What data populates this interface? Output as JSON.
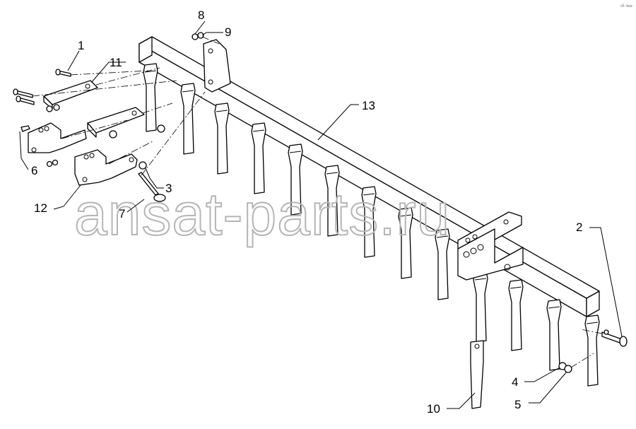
{
  "watermark": "ansat-parts.ru",
  "corner_code": "сĥ‑ bea",
  "callouts": [
    {
      "id": "c1",
      "label": "1"
    },
    {
      "id": "c2",
      "label": "2"
    },
    {
      "id": "c3",
      "label": "3"
    },
    {
      "id": "c4",
      "label": "4"
    },
    {
      "id": "c5",
      "label": "5"
    },
    {
      "id": "c6",
      "label": "6"
    },
    {
      "id": "c7",
      "label": "7"
    },
    {
      "id": "c8",
      "label": "8"
    },
    {
      "id": "c9",
      "label": "9"
    },
    {
      "id": "c10",
      "label": "10"
    },
    {
      "id": "c11",
      "label": "11"
    },
    {
      "id": "c12",
      "label": "12"
    },
    {
      "id": "c13",
      "label": "13"
    }
  ]
}
